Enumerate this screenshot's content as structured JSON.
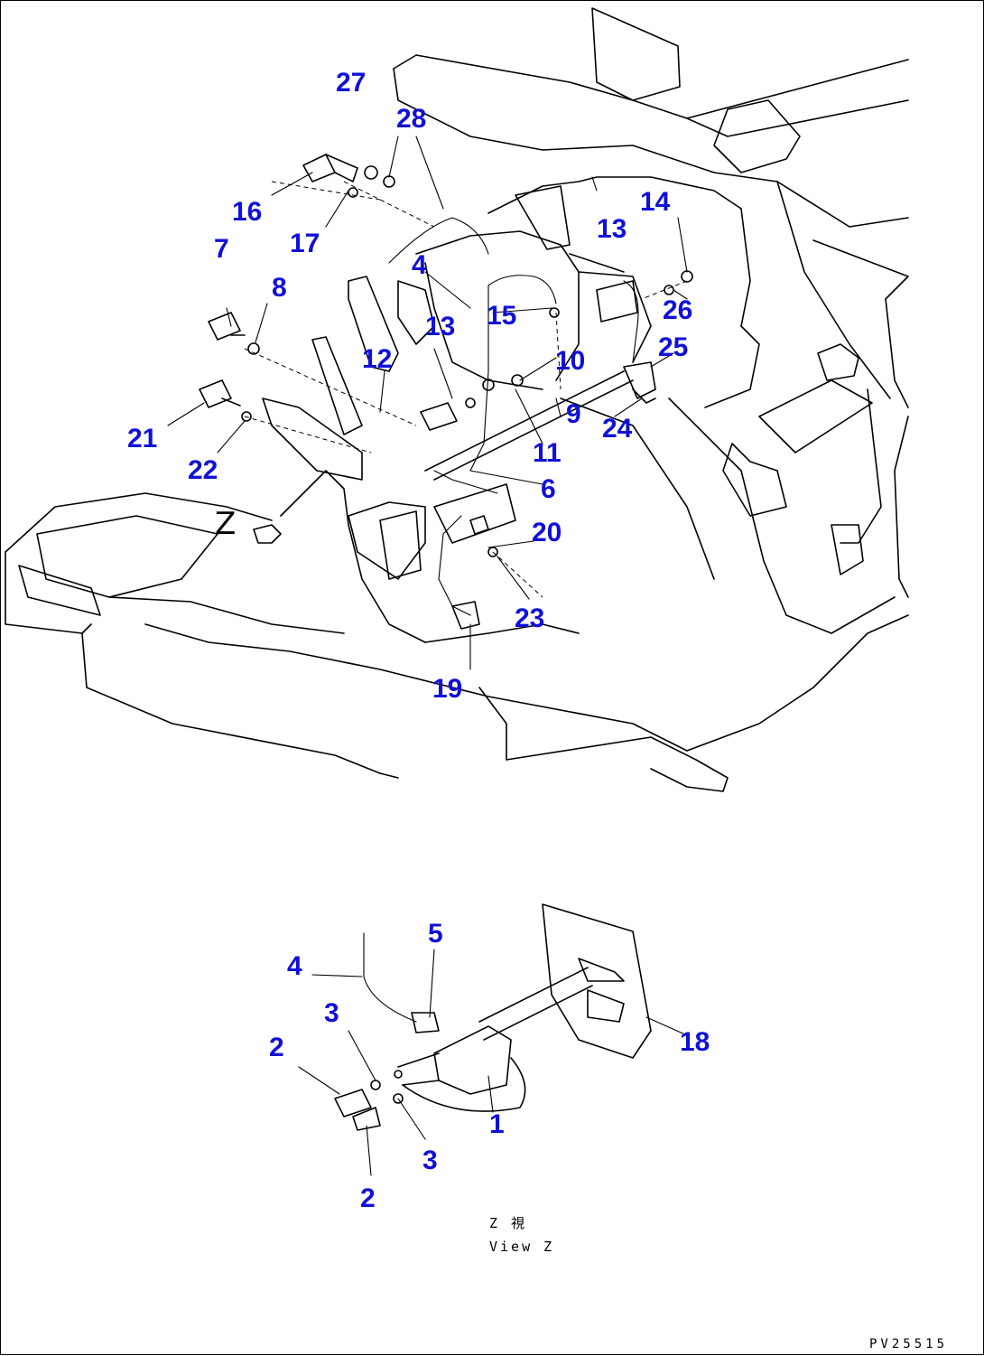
{
  "main_view": {
    "callouts": [
      "27",
      "28",
      "16",
      "17",
      "7",
      "8",
      "21",
      "22",
      "4",
      "13",
      "15",
      "12",
      "14",
      "13",
      "26",
      "25",
      "10",
      "9",
      "24",
      "11",
      "6",
      "20",
      "23",
      "19"
    ],
    "view_marker": "Z"
  },
  "detail_view": {
    "callouts": [
      "5",
      "4",
      "3",
      "2",
      "3",
      "2",
      "1",
      "18"
    ],
    "caption_jp": "Z 視",
    "caption_en": "View Z"
  },
  "drawing_code": "PV25515"
}
